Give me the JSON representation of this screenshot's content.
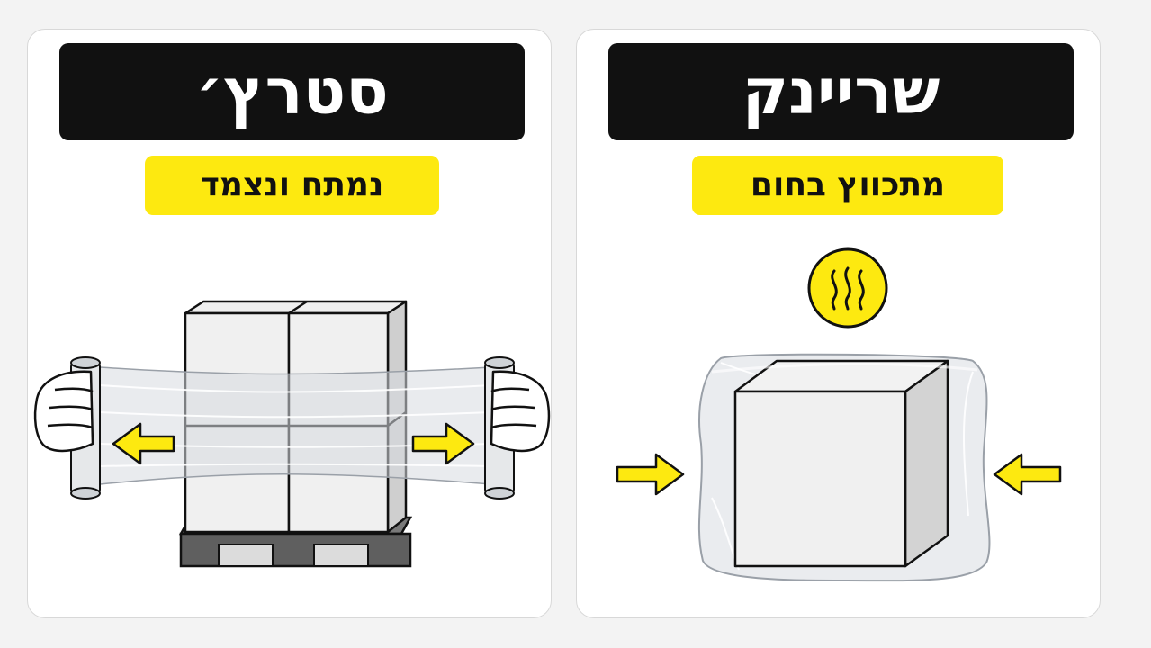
{
  "left_panel": {
    "title": "סטרץ׳",
    "subtitle": "נמתח ונצמד"
  },
  "right_panel": {
    "title": "שריינק",
    "subtitle": "מתכווץ בחום"
  },
  "icons": {
    "arrow": "yellow-arrow-icon",
    "heat": "heat-waves-icon",
    "hand": "gloved-hand-icon"
  },
  "colors": {
    "title_background": "#111111",
    "title_text": "#ffffff",
    "subtitle_background": "#fde910",
    "arrow_fill": "#fde910",
    "pallet": "#5f5f5f",
    "page_background": "#f3f3f3"
  }
}
